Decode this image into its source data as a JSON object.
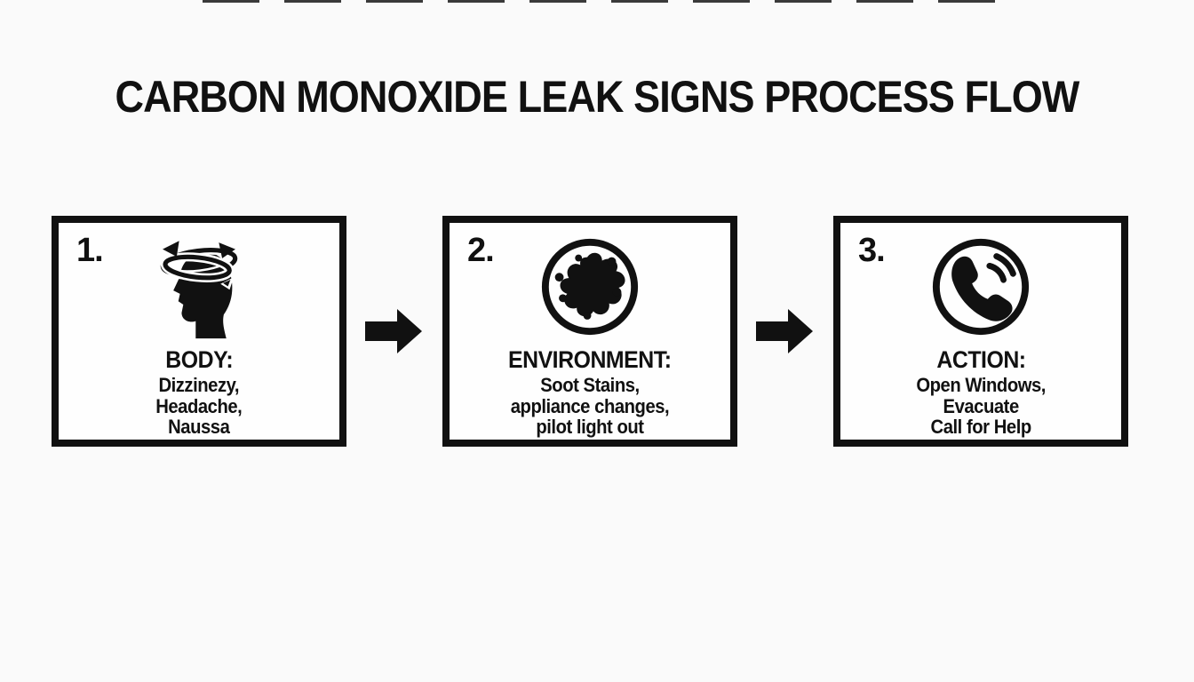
{
  "page": {
    "background_color": "#fafafa",
    "ink_color": "#111111"
  },
  "title": "CARBON MONOXIDE LEAK SIGNS PROCESS FLOW",
  "steps": [
    {
      "number": "1.",
      "icon": "dizzy-head-icon",
      "label": "BODY:",
      "lines": [
        "Dizzinezy,",
        "Headache,",
        "Naussa"
      ]
    },
    {
      "number": "2.",
      "icon": "soot-stain-icon",
      "label": "ENVIRONMENT:",
      "lines": [
        "Soot Stains,",
        "appliance changes,",
        "pilot light out"
      ]
    },
    {
      "number": "3.",
      "icon": "phone-call-icon",
      "label": "ACTION:",
      "lines": [
        "Open Windows,",
        "Evacuate",
        "Call for Help"
      ]
    }
  ],
  "connectors": [
    {
      "type": "arrow-right"
    },
    {
      "type": "arrow-right"
    }
  ]
}
